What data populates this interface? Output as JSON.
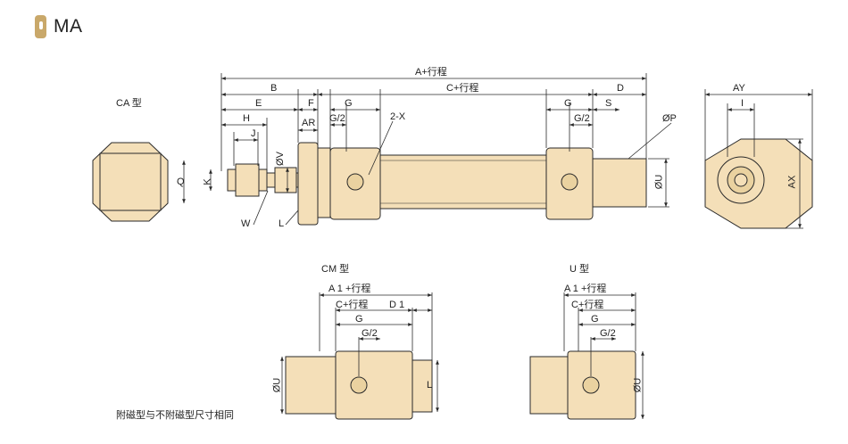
{
  "header": {
    "title": "MA",
    "accent": "#c9a86a"
  },
  "colors": {
    "body": "#f4dfb8",
    "line": "#2a2a2a"
  },
  "main_view": {
    "dims": {
      "a_stroke": "A+行程",
      "b": "B",
      "c_stroke": "C+行程",
      "d": "D",
      "e": "E",
      "f": "F",
      "g_left": "G",
      "g_right": "G",
      "h": "H",
      "ar": "AR",
      "g2_left": "G/2",
      "g2_right": "G/2",
      "port": "2-X",
      "s": "S",
      "op": "ØP",
      "j": "J",
      "ov": "ØV",
      "k": "K",
      "w": "W",
      "l": "L",
      "ou": "ØU"
    }
  },
  "ca_view": {
    "label": "CA 型",
    "q": "Q"
  },
  "end_view": {
    "ay": "AY",
    "i": "I",
    "ax": "AX"
  },
  "cm_view": {
    "label": "CM 型",
    "a1": "A 1 +行程",
    "c": "C+行程",
    "d1": "D 1",
    "g": "G",
    "g2": "G/2",
    "ou": "ØU",
    "l": "L"
  },
  "u_view": {
    "label": "U 型",
    "a1": "A 1 +行程",
    "c": "C+行程",
    "g": "G",
    "g2": "G/2",
    "ou": "ØU"
  },
  "note": "附磁型与不附磁型尺寸相同"
}
